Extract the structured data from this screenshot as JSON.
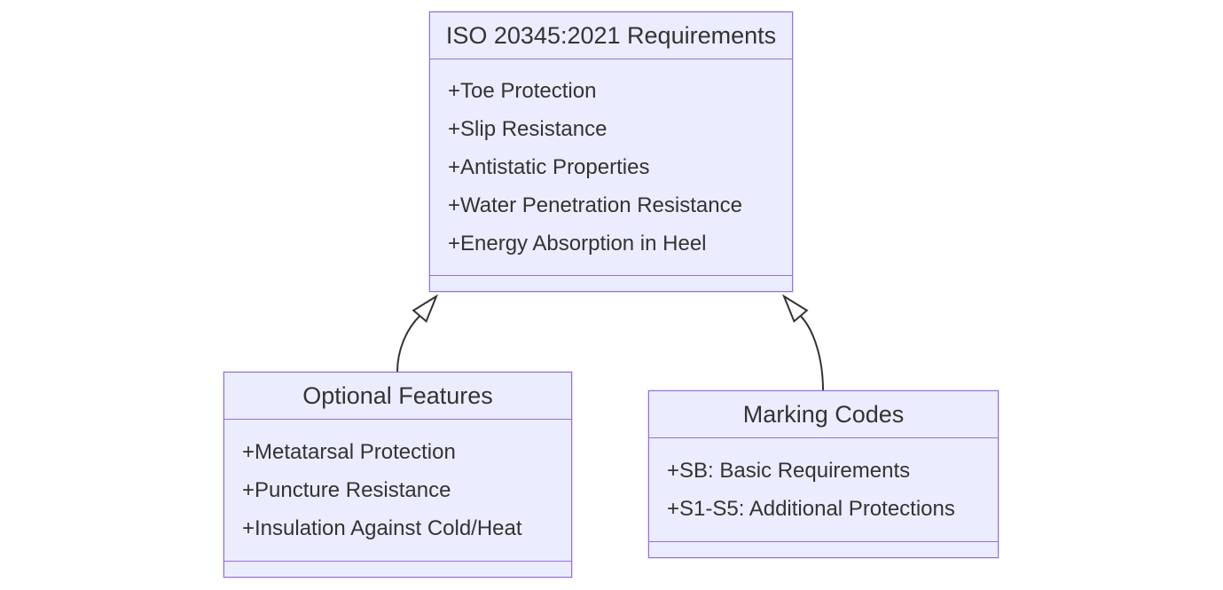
{
  "diagram": {
    "type": "class-diagram",
    "classes": [
      {
        "title": "ISO 20345:2021 Requirements",
        "members": [
          "+Toe Protection",
          "+Slip Resistance",
          "+Antistatic Properties",
          "+Water Penetration Resistance",
          "+Energy Absorption in Heel"
        ],
        "methods": []
      },
      {
        "title": "Optional Features",
        "members": [
          "+Metatarsal Protection",
          "+Puncture Resistance",
          "+Insulation Against Cold/Heat"
        ],
        "methods": []
      },
      {
        "title": "Marking Codes",
        "members": [
          "+SB: Basic Requirements",
          "+S1-S5: Additional Protections"
        ],
        "methods": []
      }
    ],
    "relations": [
      {
        "from": "Optional Features",
        "to": "ISO 20345:2021 Requirements",
        "type": "inheritance"
      },
      {
        "from": "Marking Codes",
        "to": "ISO 20345:2021 Requirements",
        "type": "inheritance"
      }
    ],
    "colors": {
      "box_fill": "#ECECFF",
      "box_border": "#9370DB",
      "text": "#333333",
      "line": "#333333",
      "background": "#FFFFFF"
    }
  }
}
